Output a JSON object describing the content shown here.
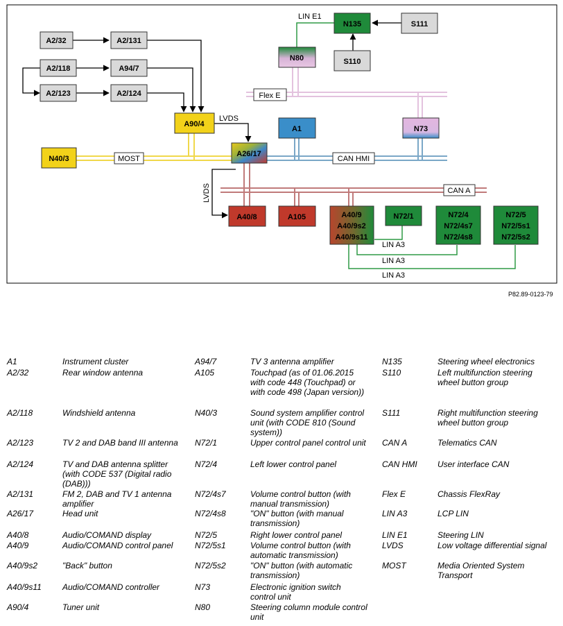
{
  "diagram": {
    "boxes": {
      "A2_32": "A2/32",
      "A2_131": "A2/131",
      "A2_118": "A2/118",
      "A94_7": "A94/7",
      "A2_123": "A2/123",
      "A2_124": "A2/124",
      "A90_4": "A90/4",
      "N40_3": "N40/3",
      "A26_17": "A26/17",
      "A1": "A1",
      "N73": "N73",
      "N80": "N80",
      "N135": "N135",
      "S111": "S111",
      "S110": "S110",
      "A40_8": "A40/8",
      "A105": "A105",
      "A40_9_lines": [
        "A40/9",
        "A40/9s2",
        "A40/9s11"
      ],
      "N72_1": "N72/1",
      "N72_4_lines": [
        "N72/4",
        "N72/4s7",
        "N72/4s8"
      ],
      "N72_5_lines": [
        "N72/5",
        "N72/5s1",
        "N72/5s2"
      ]
    },
    "bus_labels": {
      "lin_e1": "LIN E1",
      "flex_e": "Flex E",
      "lvds_top": "LVDS",
      "most": "MOST",
      "can_hmi": "CAN HMI",
      "lvds_side": "LVDS",
      "can_a": "CAN A",
      "lin_a3_1": "LIN A3",
      "lin_a3_2": "LIN A3",
      "lin_a3_3": "LIN A3"
    },
    "reference": "P82.89-0123-79",
    "colors": {
      "gray_box": "#d9d9d9",
      "yellow": "#f2d21a",
      "blue": "#3a8ec9",
      "red": "#c0392b",
      "green": "#1f8a3a",
      "pink": "#dcb4d8",
      "can_a_line": "#b86a6a",
      "can_hmi_line": "#7aa7c7",
      "most_line": "#f0d84a",
      "lin_line": "#2e9a45"
    }
  },
  "legend": [
    [
      {
        "code": "A1",
        "desc": "Instrument cluster"
      },
      {
        "code": "A2/32",
        "desc": "Rear window antenna"
      },
      {
        "code": "A2/118",
        "desc": "Windshield antenna"
      },
      {
        "code": "A2/123",
        "desc": "TV 2 and DAB band III antenna"
      },
      {
        "code": "A2/124",
        "desc": "TV and DAB antenna splitter (with CODE 537 (Digital radio (DAB)))"
      },
      {
        "code": "A2/131",
        "desc": "FM 2, DAB and TV 1 antenna amplifier"
      },
      {
        "code": "A26/17",
        "desc": "Head unit"
      },
      {
        "code": "A40/8",
        "desc": "Audio/COMAND display"
      },
      {
        "code": "A40/9",
        "desc": "Audio/COMAND control panel"
      },
      {
        "code": "A40/9s2",
        "desc": "\"Back\" button"
      },
      {
        "code": "A40/9s11",
        "desc": "Audio/COMAND controller"
      },
      {
        "code": "A90/4",
        "desc": "Tuner unit"
      }
    ],
    [
      {
        "code": "A94/7",
        "desc": "TV 3 antenna amplifier"
      },
      {
        "code": "A105",
        "desc": "Touchpad (as of 01.06.2015 with code 448 (Touchpad) or with code 498 (Japan version))"
      },
      {
        "code": "N40/3",
        "desc": "Sound system amplifier control unit (with CODE 810 (Sound system))"
      },
      {
        "code": "N72/1",
        "desc": "Upper control panel control unit"
      },
      {
        "code": "N72/4",
        "desc": "Left lower control panel"
      },
      {
        "code": "N72/4s7",
        "desc": "Volume control button (with manual transmission)"
      },
      {
        "code": "N72/4s8",
        "desc": "\"ON\" button (with manual transmission)"
      },
      {
        "code": "N72/5",
        "desc": "Right lower control panel"
      },
      {
        "code": "N72/5s1",
        "desc": "Volume control button (with automatic transmission)"
      },
      {
        "code": "N72/5s2",
        "desc": "\"ON\" button (with automatic transmission)"
      },
      {
        "code": "N73",
        "desc": "Electronic ignition switch control unit"
      },
      {
        "code": "N80",
        "desc": "Steering column module control unit"
      }
    ],
    [
      {
        "code": "N135",
        "desc": "Steering wheel electronics"
      },
      {
        "code": "S110",
        "desc": "Left multifunction steering wheel button group"
      },
      {
        "code": "S111",
        "desc": "Right multifunction steering wheel button group"
      },
      {
        "code": "CAN A",
        "desc": "Telematics CAN"
      },
      {
        "code": "CAN HMI",
        "desc": "User interface CAN"
      },
      {
        "code": "Flex E",
        "desc": "Chassis FlexRay"
      },
      {
        "code": "LIN A3",
        "desc": "LCP LIN"
      },
      {
        "code": "LIN E1",
        "desc": "Steering LIN"
      },
      {
        "code": "LVDS",
        "desc": "Low voltage differential signal"
      },
      {
        "code": "MOST",
        "desc": "Media Oriented System Transport"
      }
    ]
  ]
}
